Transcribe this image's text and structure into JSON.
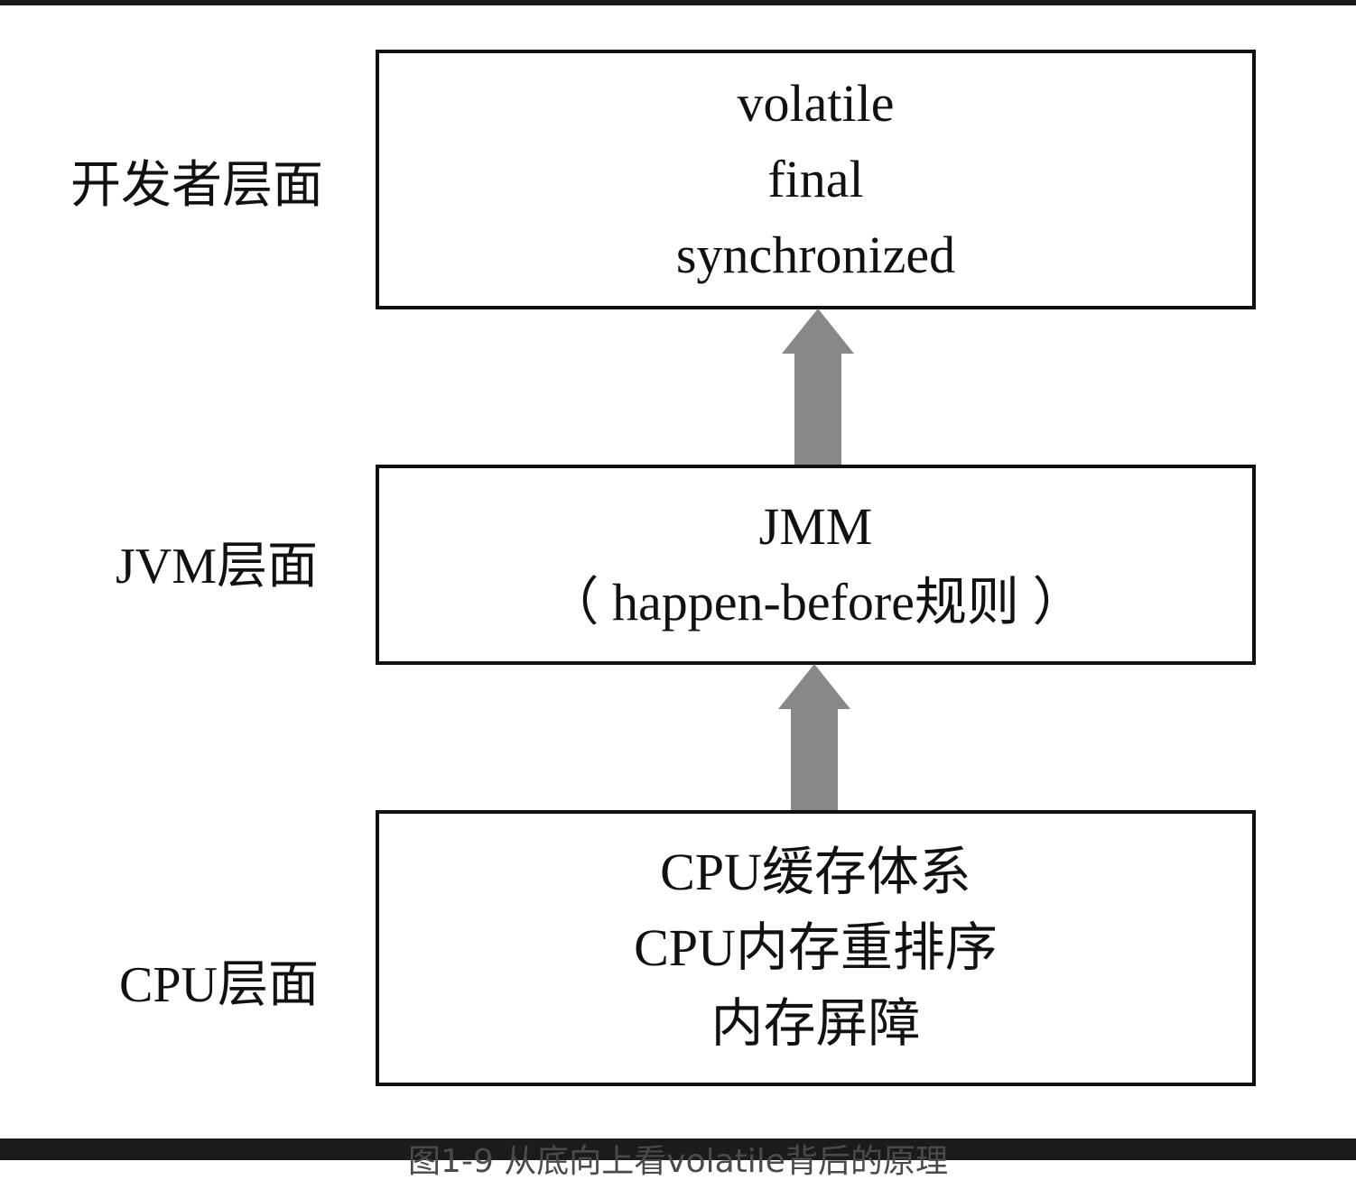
{
  "diagram": {
    "levels": [
      {
        "label": "开发者层面",
        "lines": [
          "volatile",
          "final",
          "synchronized"
        ]
      },
      {
        "label": "JVM层面",
        "lines": [
          "JMM",
          "（ happen-before规则 ）"
        ]
      },
      {
        "label": "CPU层面",
        "lines": [
          "CPU缓存体系",
          "CPU内存重排序",
          "内存屏障"
        ]
      }
    ],
    "arrow_color": "#888888"
  },
  "caption": "图1-9  从底向上看volatile背后的原理"
}
